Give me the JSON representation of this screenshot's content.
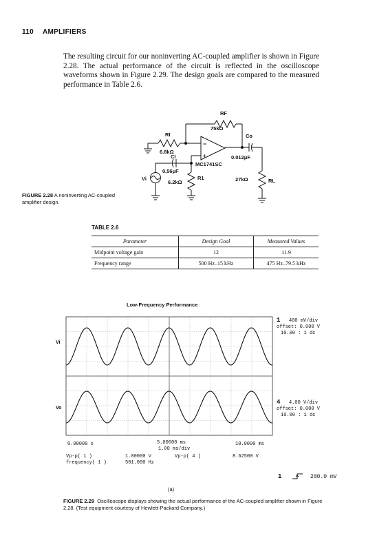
{
  "header": {
    "page_number": "110",
    "section": "AMPLIFIERS"
  },
  "paragraph": "The resulting circuit for our noninverting AC-coupled amplifier is shown in Figure 2.28. The actual performance of the circuit is reflected in the oscilloscope waveforms shown in Figure 2.29. The design goals are compared to the measured performance in Table 2.6.",
  "figure_2_28": {
    "caption_label": "FIGURE 2.28",
    "caption_text": "A noninverting AC-coupled amplifier design.",
    "components": {
      "rf_label": "RF",
      "rf_value": "75kΩ",
      "ri_label": "RI",
      "ri_value": "6.8kΩ",
      "ci_label": "CI",
      "ci_value": "0.56μF",
      "co_label": "Co",
      "co_value": "0.012μF",
      "opamp": "MC1741SC",
      "r1_label": "R1",
      "r1_value": "6.2kΩ",
      "rl_label": "RL",
      "rl_value": "27kΩ",
      "vi_label": "Vi"
    }
  },
  "table_2_6": {
    "title": "TABLE 2.6",
    "headers": [
      "Parameter",
      "Design Goal",
      "Measured Values"
    ],
    "rows": [
      [
        "Midpoint voltage gain",
        "12",
        "11.9"
      ],
      [
        "Frequency range",
        "500 Hz–15 kHz",
        "475 Hz–79.5 kHz"
      ]
    ]
  },
  "figure_2_29": {
    "title": "Low-Frequency Performance",
    "ch1_label": "Vi",
    "ch4_label": "Vo",
    "ch1_settings": {
      "channel": "1",
      "scale": "400  mV/div",
      "offset": "offset: 0.000  V",
      "coupling": "10.00  : 1    dc"
    },
    "ch4_settings": {
      "channel": "4",
      "scale": "4.00  V/div",
      "offset": "offset: 0.000  V",
      "coupling": "10.00  : 1    dc"
    },
    "time_start": "0.00000  s",
    "time_mid": "5.00000  ms",
    "time_div": "1.00  ms/div",
    "time_end": "10.0000  ms",
    "measurements": {
      "vpp1_label": "Vp-p( 1 )",
      "vpp1_value": "1.00000  V",
      "vpp4_label": "Vp-p( 4 )",
      "vpp4_value": "8.62500  V",
      "freq_label": "frequency( 1 )",
      "freq_value": "501.000  Hz"
    },
    "trigger": {
      "channel": "1",
      "level": "200.0  mV"
    },
    "subpanel": "(a)",
    "caption_label": "FIGURE 2.29",
    "caption_text": "Oscilloscope displays showing the actual performance of the AC-coupled amplifier shown in Figure 2.28. (Test equipment courtesy of Hewlett-Packard Company.)"
  }
}
